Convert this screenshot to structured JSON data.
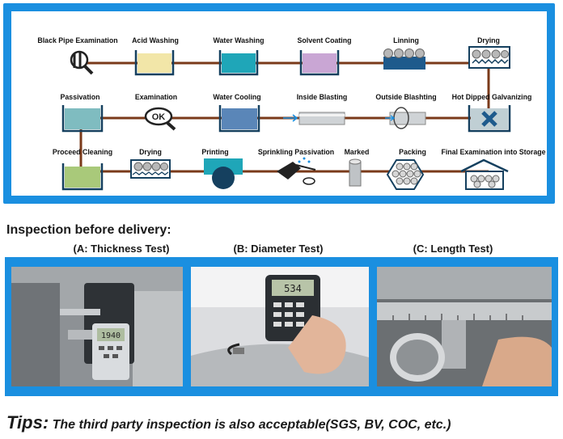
{
  "process": {
    "steps": [
      {
        "label": "Black Pipe Examination"
      },
      {
        "label": "Acid Washing"
      },
      {
        "label": "Water Washing"
      },
      {
        "label": "Solvent Coating"
      },
      {
        "label": "Linning"
      },
      {
        "label": "Drying"
      },
      {
        "label": "Hot Dipped Galvanizing"
      },
      {
        "label": "Outside Blashting"
      },
      {
        "label": "Inside Blasting"
      },
      {
        "label": "Water Cooling"
      },
      {
        "label": "Examination"
      },
      {
        "label": "Passivation"
      },
      {
        "label": "Proceed Cleaning"
      },
      {
        "label": "Drying"
      },
      {
        "label": "Printing"
      },
      {
        "label": "Sprinkling Passivation"
      },
      {
        "label": "Marked"
      },
      {
        "label": "Packing"
      },
      {
        "label": "Final Examination into Storage"
      }
    ],
    "ok_text": "OK",
    "colors": {
      "frame": "#1a8fe0",
      "connector": "#7a3a1a",
      "acid": "#f2e6a8",
      "water": "#1fa6b8",
      "solvent": "#c9a6d4",
      "passivation": "#7fbcc0",
      "cooling": "#5a86b8",
      "cleaning": "#a9c97a"
    }
  },
  "inspection": {
    "heading": "Inspection before delivery:",
    "tests": [
      {
        "label": "(A: Thickness Test)",
        "reading": "1940"
      },
      {
        "label": "(B: Diameter Test)",
        "reading": "534"
      },
      {
        "label": "(C: Length Test)"
      }
    ]
  },
  "tips": {
    "keyword": "Tips:",
    "text": "The third party inspection is also acceptable(SGS, BV, COC, etc.)"
  }
}
